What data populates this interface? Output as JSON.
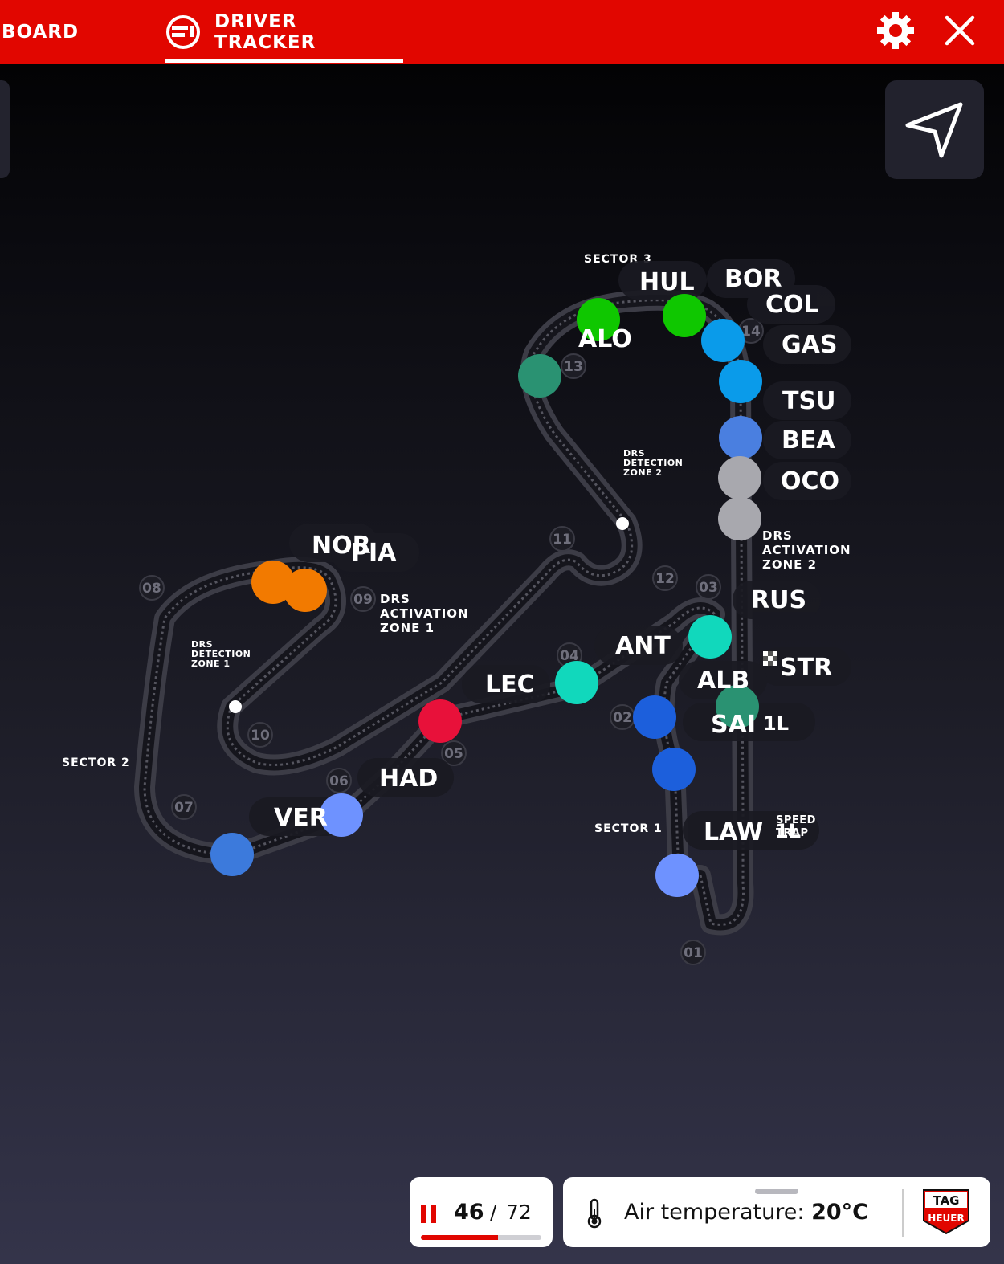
{
  "header": {
    "tabs": [
      {
        "label": "BOARD",
        "active": false
      },
      {
        "label": "DRIVER TRACKER",
        "active": true
      }
    ],
    "settings_icon": "gear-icon",
    "close_icon": "close-icon",
    "accent": "#e10600"
  },
  "map": {
    "locate_icon": "navigation-arrow-icon",
    "sector_labels": [
      "SECTOR 3",
      "SECTOR 2",
      "SECTOR 1"
    ],
    "drs": {
      "detection_1": [
        "DRS",
        "DETECTION",
        "ZONE 1"
      ],
      "detection_2": [
        "DRS",
        "DETECTION",
        "ZONE 2"
      ],
      "activation_1": [
        "DRS",
        "ACTIVATION",
        "ZONE 1"
      ],
      "activation_2": [
        "DRS",
        "ACTIVATION",
        "ZONE 2"
      ]
    },
    "speed_trap": [
      "SPEED",
      "TRAP"
    ],
    "turns": [
      "01",
      "02",
      "03",
      "04",
      "05",
      "06",
      "07",
      "08",
      "09",
      "10",
      "11",
      "12",
      "13",
      "14"
    ],
    "lap_suffix": "1L",
    "drivers": [
      {
        "code": "HUL",
        "color": "#0fc700"
      },
      {
        "code": "ALO",
        "color": "#0fc700"
      },
      {
        "code": "BOR",
        "color": "#0fc700"
      },
      {
        "code": "COL",
        "color": "#0a9bea"
      },
      {
        "code": "GAS",
        "color": "#0a9bea"
      },
      {
        "code": "TSU",
        "color": "#0a9bea"
      },
      {
        "code": "BEA",
        "color": "#4a7fe0"
      },
      {
        "code": "OCO",
        "color": "#a8a8ae"
      },
      {
        "code": "RUS",
        "color": "#11d8bc"
      },
      {
        "code": "STR",
        "color": "#2a9272"
      },
      {
        "code": "ANT",
        "color": "#11d8bc"
      },
      {
        "code": "ALB",
        "color": "#1c5fdc"
      },
      {
        "code": "SAI",
        "color": "#1c5fdc"
      },
      {
        "code": "LEC",
        "color": "#e8113a"
      },
      {
        "code": "NOR",
        "color": "#f27a00"
      },
      {
        "code": "PIA",
        "color": "#f27a00"
      },
      {
        "code": "HAD",
        "color": "#6e92ff"
      },
      {
        "code": "VER",
        "color": "#3c7adc"
      },
      {
        "code": "LAW",
        "color": "#6e92ff"
      }
    ]
  },
  "footer": {
    "lap_current": "46",
    "lap_separator": "/",
    "lap_total": "72",
    "lap_progress": 0.64,
    "weather_label": "Air temperature:",
    "weather_value": "20°C",
    "sponsor": "TAG HEUER"
  }
}
